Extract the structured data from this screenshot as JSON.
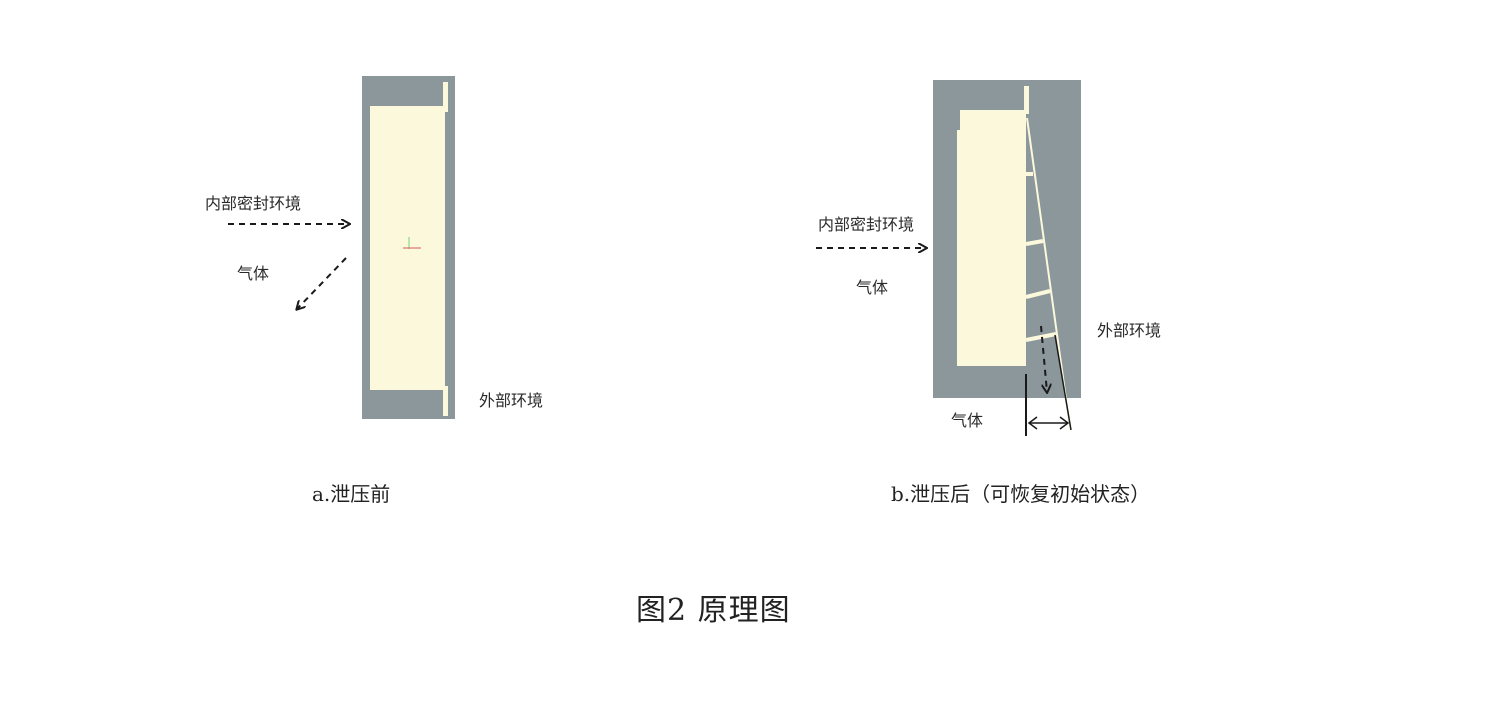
{
  "colors": {
    "housing": "#8c979c",
    "panel": "#fbf8dc",
    "arrow": "#1a1a1a",
    "text": "#222222"
  },
  "panel_a": {
    "label_inner": "内部密封环境",
    "label_gas": "气体",
    "label_outer": "外部环境",
    "caption": "a.泄压前"
  },
  "panel_b": {
    "label_inner": "内部密封环境",
    "label_gas_left": "气体",
    "label_outer": "外部环境",
    "label_gas_bottom": "气体",
    "caption": "b.泄压后（可恢复初始状态）"
  },
  "figure": {
    "caption": "图2 原理图"
  }
}
